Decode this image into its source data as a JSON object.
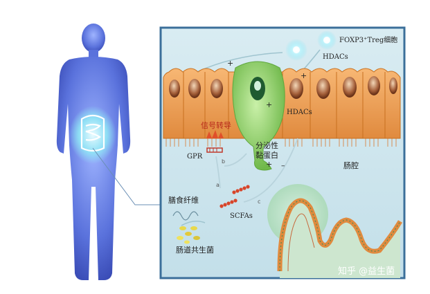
{
  "colors": {
    "panel_bg": "#cfe6ee",
    "panel_border": "#3b6f9a",
    "cell_orange": "#f0a25c",
    "cell_dark": "#d9782e",
    "goblet_green": "#8fcf6a",
    "nucleus_brown": "#8a4a2a",
    "body_blue": "#4f6fd8",
    "scfa_red": "#d8452a",
    "glow_cyan": "#8fe6f5"
  },
  "labels": {
    "treg": "FOXP3⁺Treg细胞",
    "hdacs_top": "HDACs",
    "hdacs_mid": "HDACs",
    "signal": "信号转导",
    "gpr": "GPR",
    "secreted_protein": "分泌性\n黏蛋白",
    "lumen": "肠腔",
    "fiber": "膳食纤维",
    "scfas": "SCFAs",
    "microbiota": "肠道共生菌",
    "arrow_a": "a",
    "arrow_b": "b",
    "arrow_c": "c",
    "plus_left": "+",
    "plus_top": "+",
    "plus_mid": "+",
    "plus_scfa": "+",
    "minus": "–",
    "watermark": "知乎 @益生菌"
  }
}
